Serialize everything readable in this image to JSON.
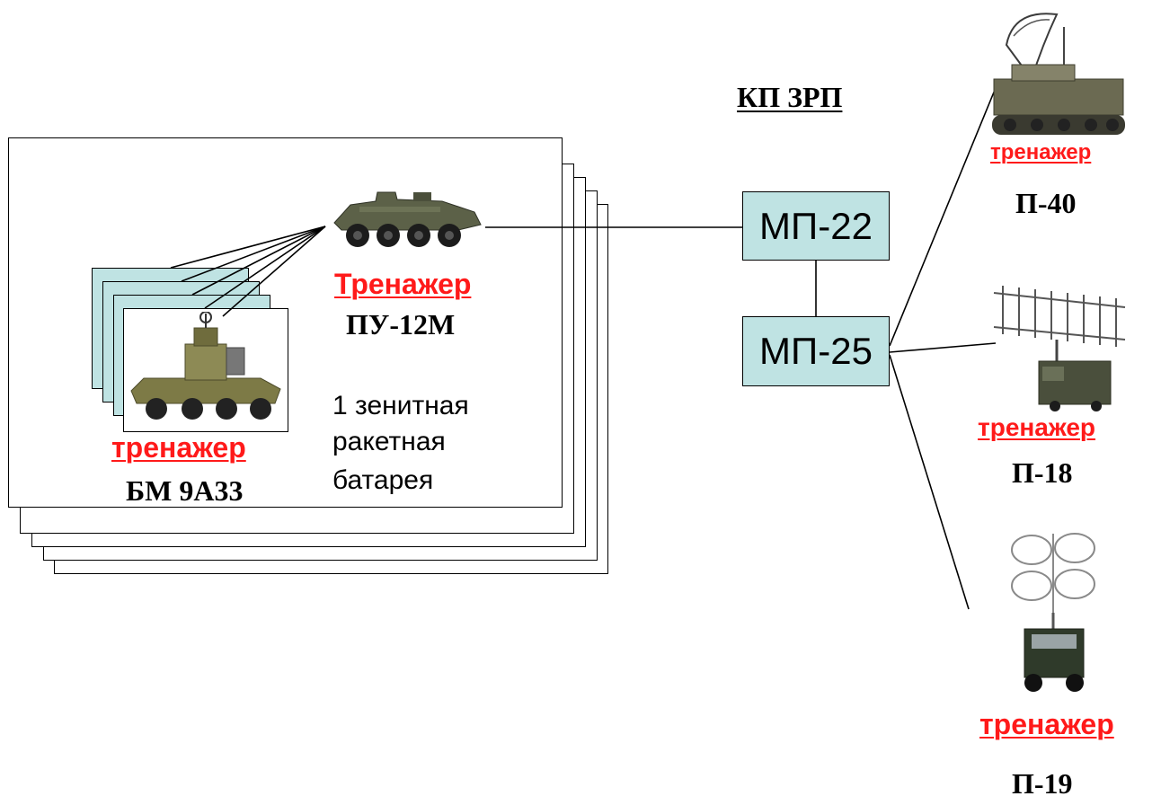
{
  "command_post": {
    "label": "КП ЗРП"
  },
  "nodes": {
    "mp22": "МП-22",
    "mp25": "МП-25"
  },
  "battery": {
    "note_line1": "1 зенитная",
    "note_line2": "ракетная",
    "note_line3": "батарея",
    "launcher": {
      "trainer_label": "Тренажер",
      "name": "ПУ-12М"
    },
    "combat_vehicle": {
      "trainer_label": "тренажер",
      "name": "БМ 9А33"
    }
  },
  "radars": [
    {
      "trainer_label": "тренажер",
      "name": "П-40"
    },
    {
      "trainer_label": "тренажер",
      "name": "П-18"
    },
    {
      "trainer_label": "тренажер",
      "name": "П-19"
    }
  ],
  "colors": {
    "node_fill": "#bfe3e3",
    "trainer_text": "#ff1a1a",
    "line": "#000000"
  }
}
